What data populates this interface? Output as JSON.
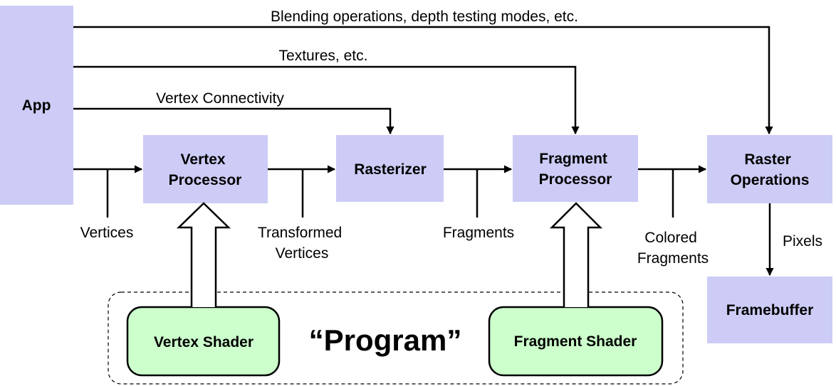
{
  "colors": {
    "stage_fill": "#ccccf6",
    "shader_fill": "#ccffcc",
    "line": "#000000",
    "background": "#ffffff"
  },
  "boxes": {
    "app": "App",
    "vertex_processor": [
      "Vertex",
      "Processor"
    ],
    "rasterizer": "Rasterizer",
    "fragment_processor": [
      "Fragment",
      "Processor"
    ],
    "raster_operations": [
      "Raster",
      "Operations"
    ],
    "framebuffer": "Framebuffer",
    "vertex_shader": "Vertex Shader",
    "fragment_shader": "Fragment Shader"
  },
  "labels": {
    "blending": "Blending operations, depth testing modes, etc.",
    "textures": "Textures, etc.",
    "vertex_connectivity": "Vertex Connectivity",
    "vertices": "Vertices",
    "transformed_vertices": [
      "Transformed",
      "Vertices"
    ],
    "fragments": "Fragments",
    "colored_fragments": [
      "Colored",
      "Fragments"
    ],
    "pixels": "Pixels",
    "program": "“Program”"
  }
}
